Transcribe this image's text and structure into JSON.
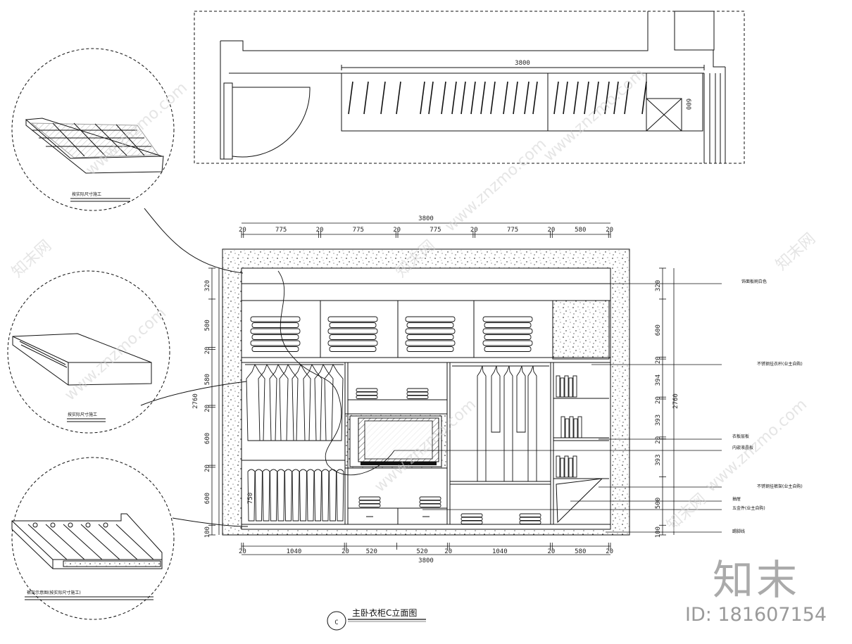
{
  "plan": {
    "width_label": "3800",
    "depth_label": "600"
  },
  "elevation": {
    "top_total": "3800",
    "top_dims": [
      "20",
      "775",
      "20",
      "775",
      "20",
      "775",
      "20",
      "775",
      "20",
      "580",
      "20"
    ],
    "bottom_total": "3800",
    "bottom_dims": [
      "20",
      "1040",
      "20",
      "520",
      "520",
      "20",
      "1040",
      "20",
      "580",
      "20"
    ],
    "left_height": "2760",
    "left_dims": [
      "320",
      "500",
      "20",
      "580",
      "20",
      "600",
      "20",
      "600",
      "100"
    ],
    "right_height": "2760",
    "right_dims": [
      "320",
      "600",
      "20",
      "394",
      "20",
      "393",
      "20",
      "393",
      "500",
      "100"
    ],
    "inner_dim": "750"
  },
  "notes": [
    "饰面板刷白色",
    "不锈钢挂衣杆(业主自购)",
    "衣板层板",
    "内嵌液晶板",
    "不锈钢挂裤架(业主自购)",
    "抽屉",
    "五金件(业主自购)",
    "踢脚线"
  ],
  "callouts": [
    "按实际尺寸施工",
    "按实际尺寸施工",
    "裤架示意图(按实际尺寸施工)"
  ],
  "drawing_title": "主卧衣柜C立面图",
  "drawing_tag": "C",
  "watermark": "www.znzmo.com",
  "watermark_brand": "知末网",
  "brand": {
    "logo_text": "知末",
    "id_text": "ID: 181607154"
  }
}
